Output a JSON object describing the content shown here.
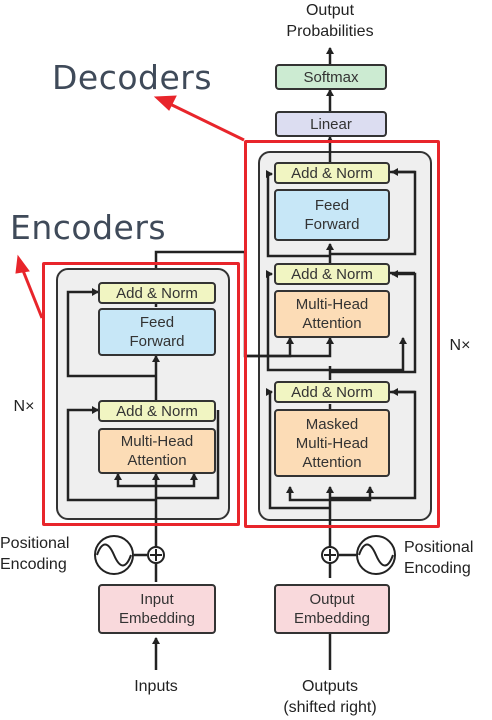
{
  "titles": {
    "decoders": "Decoders",
    "encoders": "Encoders"
  },
  "output": {
    "probabilities": "Output\nProbabilities",
    "softmax": "Softmax",
    "linear": "Linear"
  },
  "decoder": {
    "add_norm_1": "Add & Norm",
    "feed_forward": "Feed\nForward",
    "add_norm_2": "Add & Norm",
    "multi_head_attention": "Multi-Head\nAttention",
    "add_norm_3": "Add & Norm",
    "masked_attention": "Masked\nMulti-Head\nAttention",
    "repeat": "N×"
  },
  "encoder": {
    "add_norm_1": "Add & Norm",
    "feed_forward": "Feed\nForward",
    "add_norm_2": "Add & Norm",
    "multi_head_attention": "Multi-Head\nAttention",
    "repeat": "N×"
  },
  "inputs": {
    "positional_encoding_left": "Positional\nEncoding",
    "positional_encoding_right": "Positional\nEncoding",
    "input_embedding": "Input\nEmbedding",
    "output_embedding": "Output\nEmbedding",
    "inputs_label": "Inputs",
    "outputs_label": "Outputs\n(shifted right)"
  },
  "colors": {
    "highlight_red": "#e8252b",
    "add_norm": "#f1f5c2",
    "feed_forward": "#c7e7f7",
    "attention": "#fcdcb6",
    "embedding": "#f9d9dc",
    "softmax": "#ccebd2",
    "linear": "#dcddf1"
  }
}
